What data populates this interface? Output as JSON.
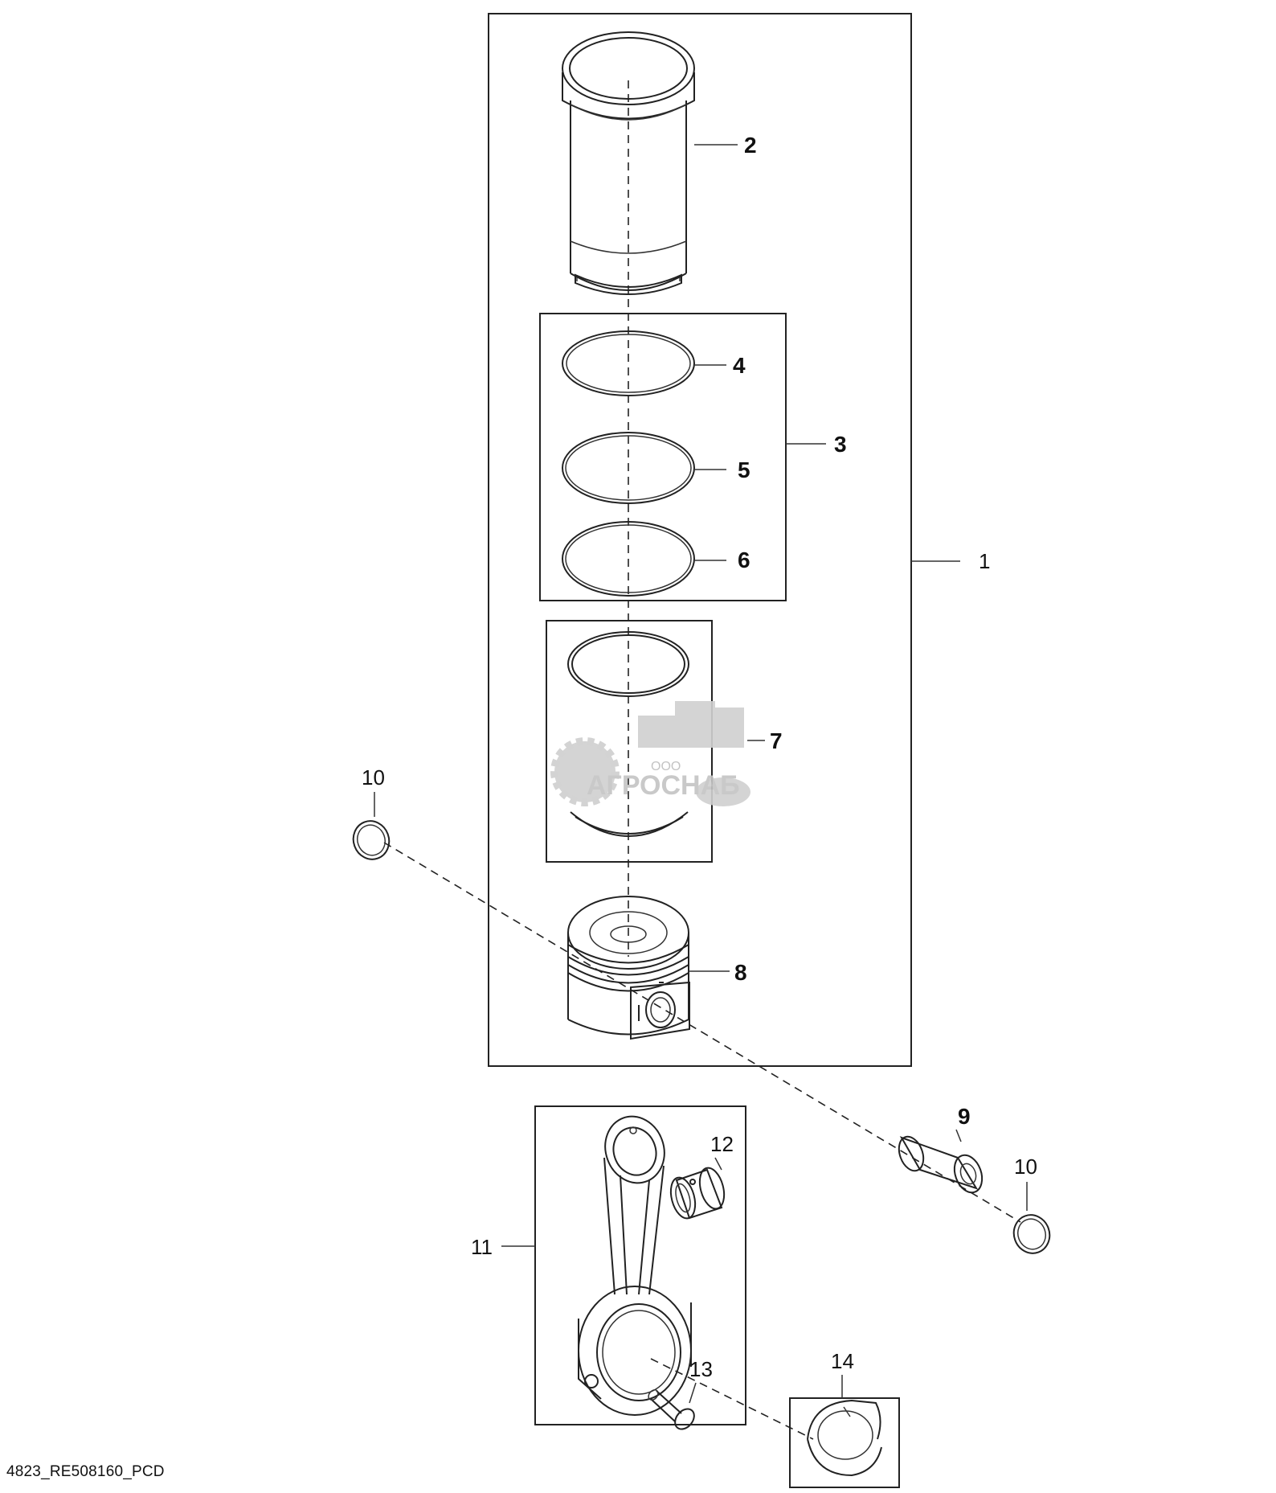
{
  "diagram": {
    "callouts": {
      "c1": "1",
      "c2": "2",
      "c3": "3",
      "c4": "4",
      "c5": "5",
      "c6": "6",
      "c7": "7",
      "c8": "8",
      "c9": "9",
      "c10a": "10",
      "c10b": "10",
      "c11": "11",
      "c12": "12",
      "c13": "13",
      "c14": "14"
    },
    "watermark": {
      "small": "ООО",
      "brand": "АГРОСНАБ"
    },
    "footer_code": "4823_RE508160_PCD"
  }
}
